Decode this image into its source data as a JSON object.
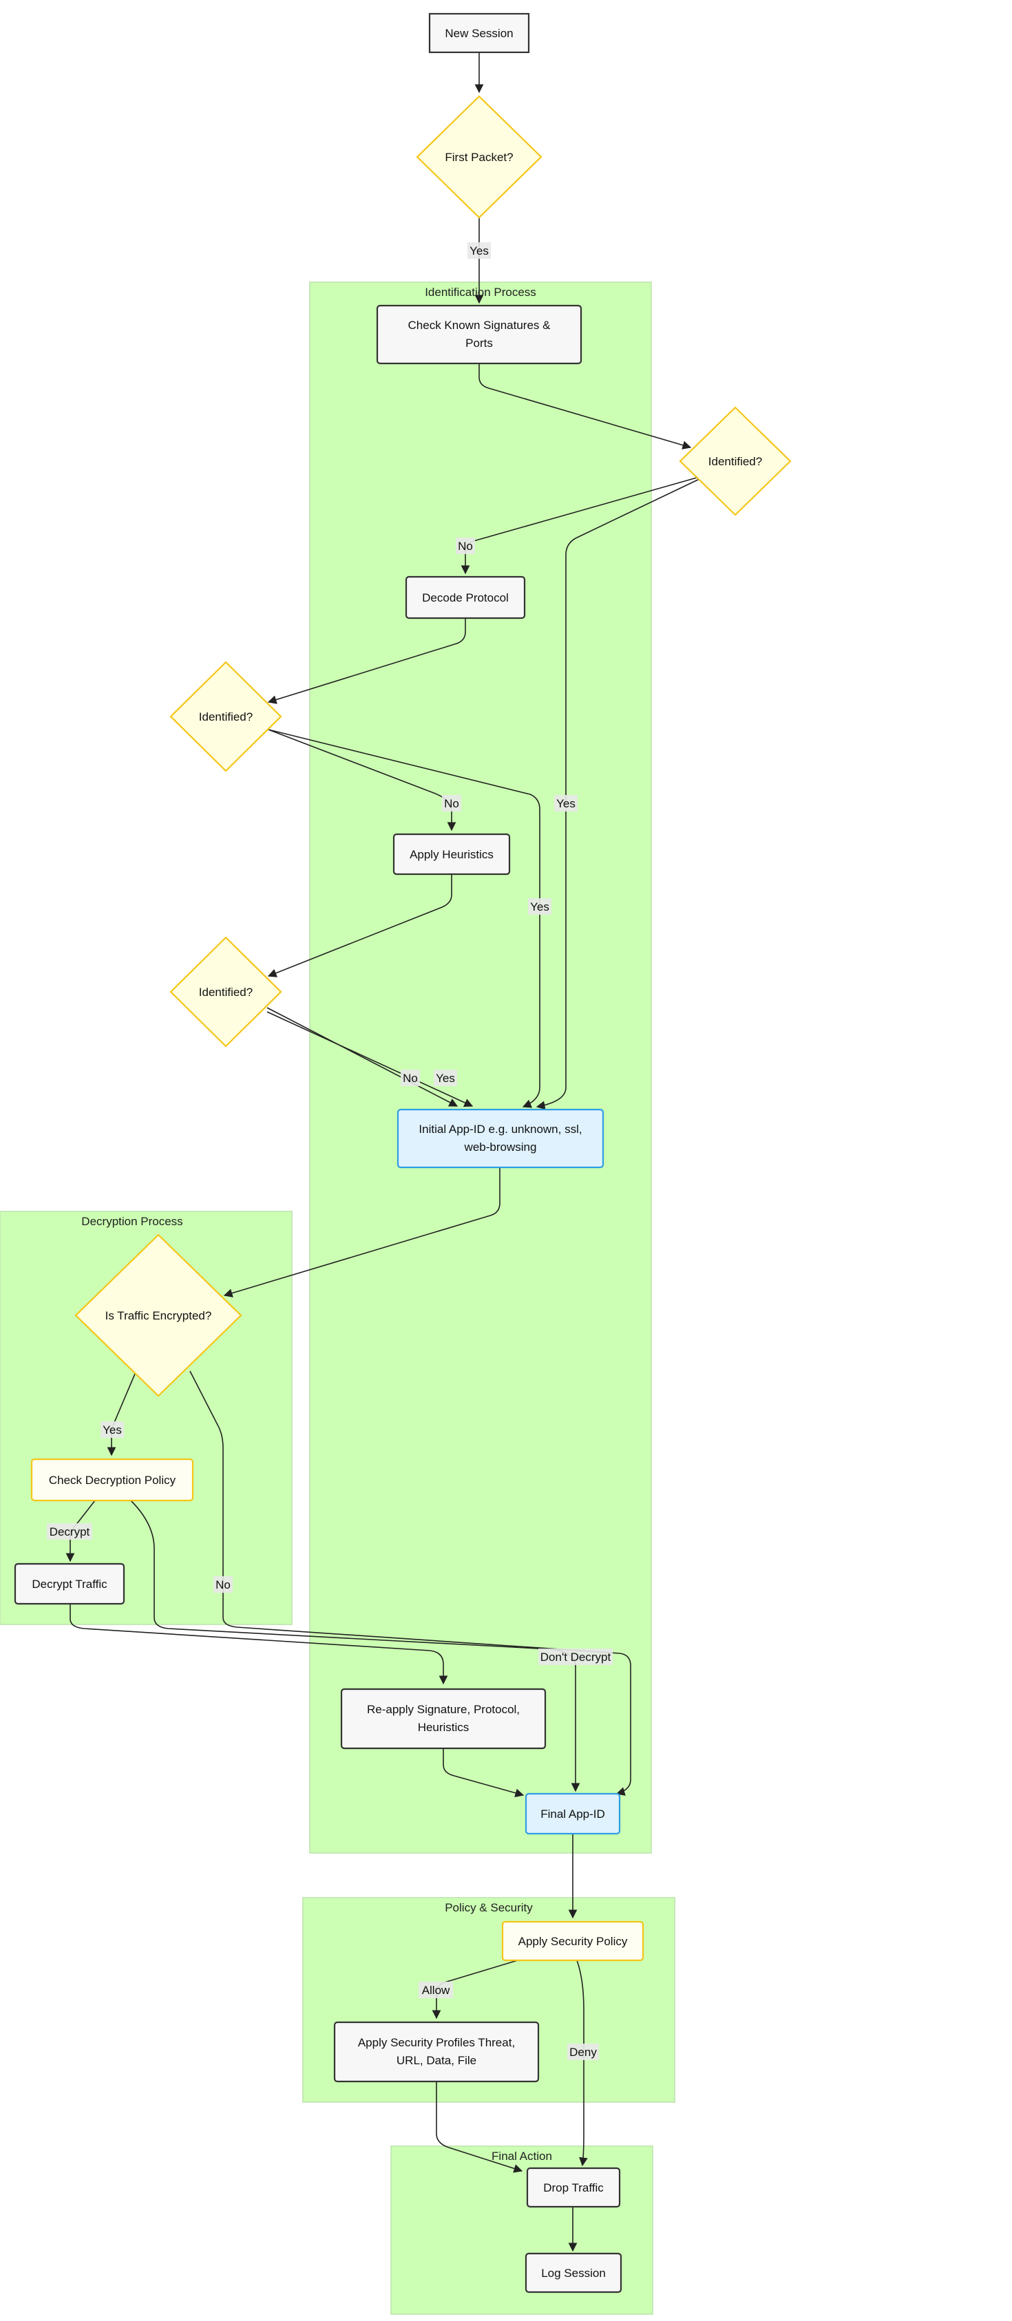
{
  "clusters": {
    "identification": "Identification Process",
    "decryption": "Decryption Process",
    "policy": "Policy & Security",
    "final": "Final Action"
  },
  "nodes": {
    "new_session": "New Session",
    "first_packet": "First Packet?",
    "check_signatures_1": "Check Known Signatures &",
    "check_signatures_2": "Ports",
    "identified_1": "Identified?",
    "decode_protocol": "Decode Protocol",
    "identified_2": "Identified?",
    "apply_heuristics": "Apply Heuristics",
    "identified_3": "Identified?",
    "initial_appid_1": "Initial App-ID e.g. unknown, ssl,",
    "initial_appid_2": "web-browsing",
    "is_encrypted": "Is Traffic Encrypted?",
    "check_decryption": "Check Decryption Policy",
    "decrypt_traffic": "Decrypt Traffic",
    "reapply_1": "Re-apply Signature, Protocol,",
    "reapply_2": "Heuristics",
    "final_appid": "Final App-ID",
    "apply_security_policy": "Apply Security Policy",
    "apply_profiles_1": "Apply Security Profiles Threat,",
    "apply_profiles_2": "URL, Data, File",
    "drop_traffic": "Drop Traffic",
    "log_session": "Log Session"
  },
  "edge_labels": {
    "first_yes": "Yes",
    "id1_no": "No",
    "id1_yes": "Yes",
    "id2_no": "No",
    "id2_yes": "Yes",
    "id3_no": "No",
    "id3_yes": "Yes",
    "enc_yes": "Yes",
    "enc_no": "No",
    "decrypt": "Decrypt",
    "dont_decrypt": "Don't Decrypt",
    "allow": "Allow",
    "deny": "Deny"
  },
  "colors": {
    "cluster_fill": "#ccffb3",
    "decision_stroke": "#f5c518",
    "appid_stroke": "#2f9de3"
  }
}
